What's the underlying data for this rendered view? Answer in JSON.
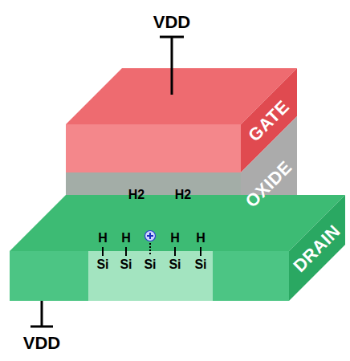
{
  "diagram": {
    "nodes": [
      {
        "text": [
          "GATE"
        ]
      },
      {
        "text": [
          "OXIDE"
        ]
      },
      {
        "text": [
          "DRAIN"
        ]
      }
    ],
    "labels": [
      "VDD",
      "H2",
      "H2",
      "H",
      "H",
      "H",
      "H",
      "Si",
      "Si",
      "Si",
      "Si",
      "Si",
      "VDD"
    ]
  }
}
